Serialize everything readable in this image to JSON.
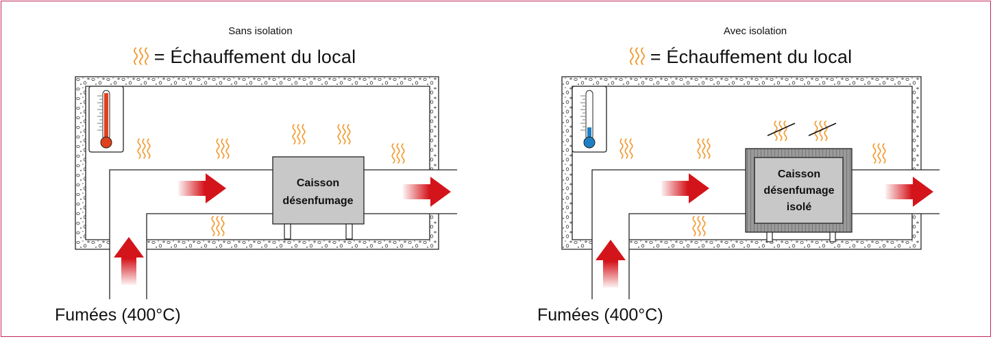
{
  "panels": [
    {
      "subtitle": "Sans isolation",
      "legend_text": "= Échauffement du local",
      "box_lines": [
        "Caisson",
        "désenfumage"
      ],
      "footer": "Fumées (400°C)",
      "thermometer_level": "high",
      "thermometer_color": "#e0401e",
      "box_insulated": false
    },
    {
      "subtitle": "Avec isolation",
      "legend_text": "= Échauffement du local",
      "box_lines": [
        "Caisson",
        "désenfumage",
        "isolé"
      ],
      "footer": "Fumées (400°C)",
      "thermometer_level": "low",
      "thermometer_color": "#1e7fc4",
      "box_insulated": true
    }
  ],
  "colors": {
    "border": "#c0245a",
    "heat_wave": "#f29a2e",
    "arrow": "#d4141b",
    "box_fill": "#c8c8c8",
    "insulation_fill": "#a9a9a9"
  },
  "icons": {
    "heat": "heat-wave-icon",
    "thermometer": "thermometer-icon",
    "flow_arrow": "flow-arrow-icon"
  }
}
